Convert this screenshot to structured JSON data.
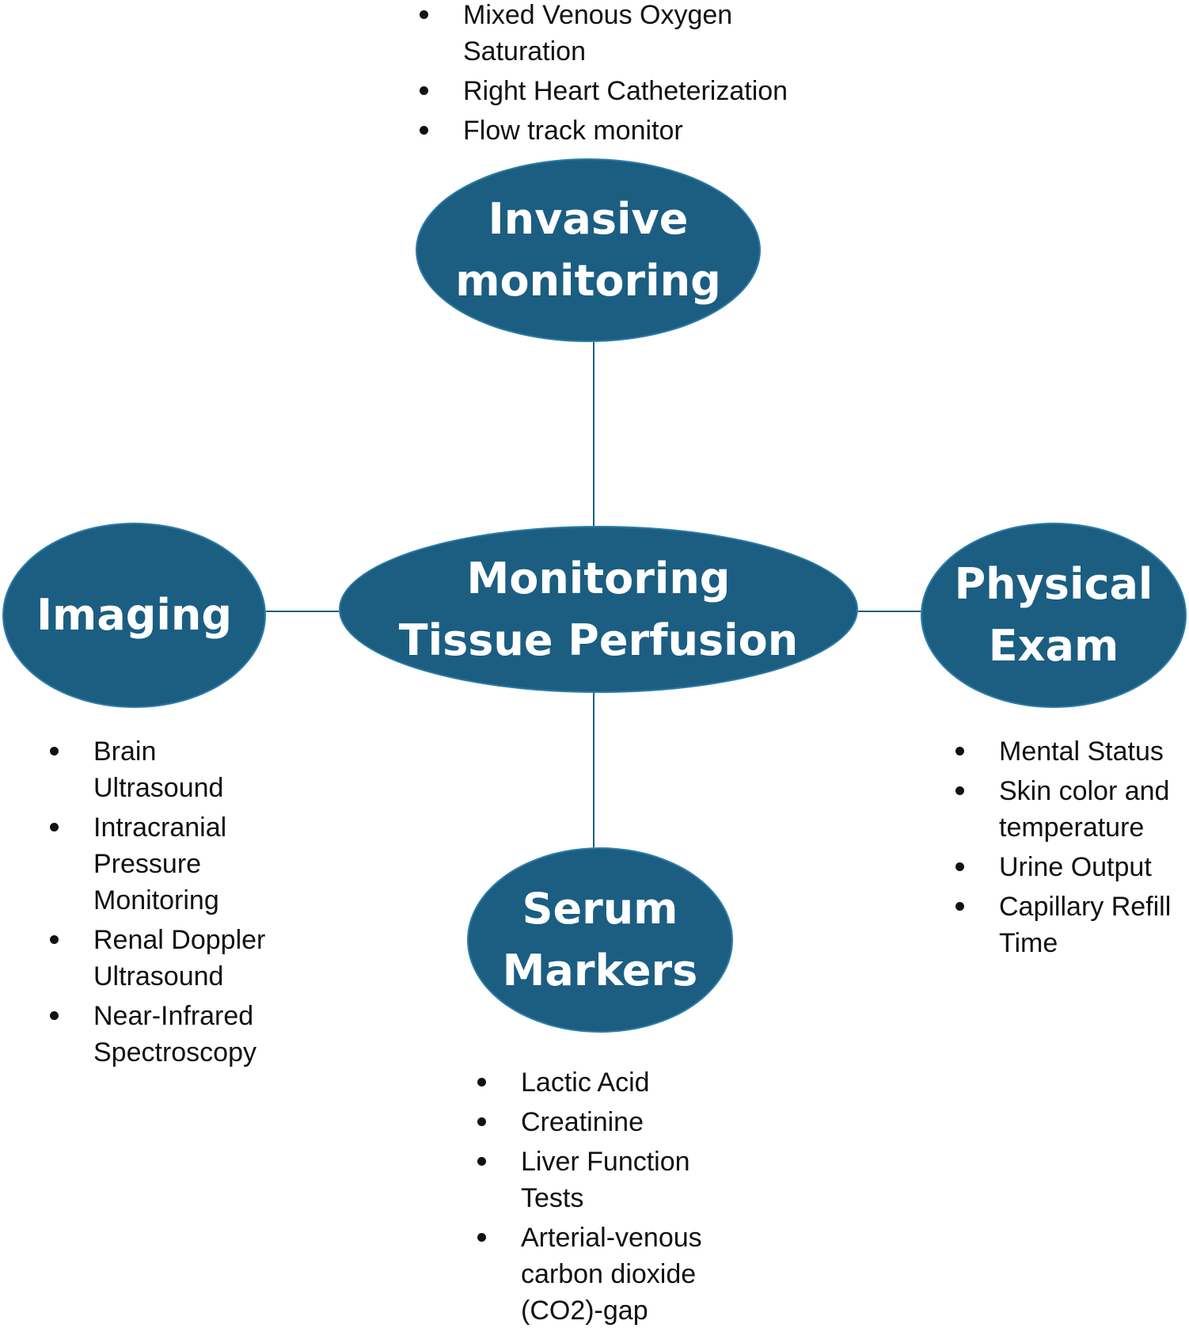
{
  "colors": {
    "node_fill": "#1b5e82",
    "node_border": "#2c7ca6",
    "connector": "#1b5e82",
    "node_text": "#ffffff",
    "bullet_text": "#111111"
  },
  "nodes": {
    "center": {
      "lines": [
        "Monitoring",
        "Tissue Perfusion"
      ]
    },
    "top": {
      "lines": [
        "Invasive",
        "monitoring"
      ]
    },
    "left": {
      "lines": [
        "Imaging"
      ]
    },
    "right": {
      "lines": [
        "Physical",
        "Exam"
      ]
    },
    "bottom": {
      "lines": [
        "Serum",
        "Markers"
      ]
    }
  },
  "lists": {
    "top": [
      "Mixed Venous Oxygen Saturation",
      "Right Heart Catheterization",
      "Flow track monitor"
    ],
    "left": [
      "Brain Ultrasound",
      "Intracranial Pressure Monitoring",
      "Renal Doppler Ultrasound",
      "Near-Infrared Spectroscopy"
    ],
    "right": [
      "Mental Status",
      "Skin color and temperature",
      "Urine Output",
      "Capillary Refill Time"
    ],
    "bottom": [
      "Lactic Acid",
      "Creatinine",
      "Liver Function Tests",
      "Arterial-venous carbon dioxide (CO2)-gap"
    ]
  }
}
